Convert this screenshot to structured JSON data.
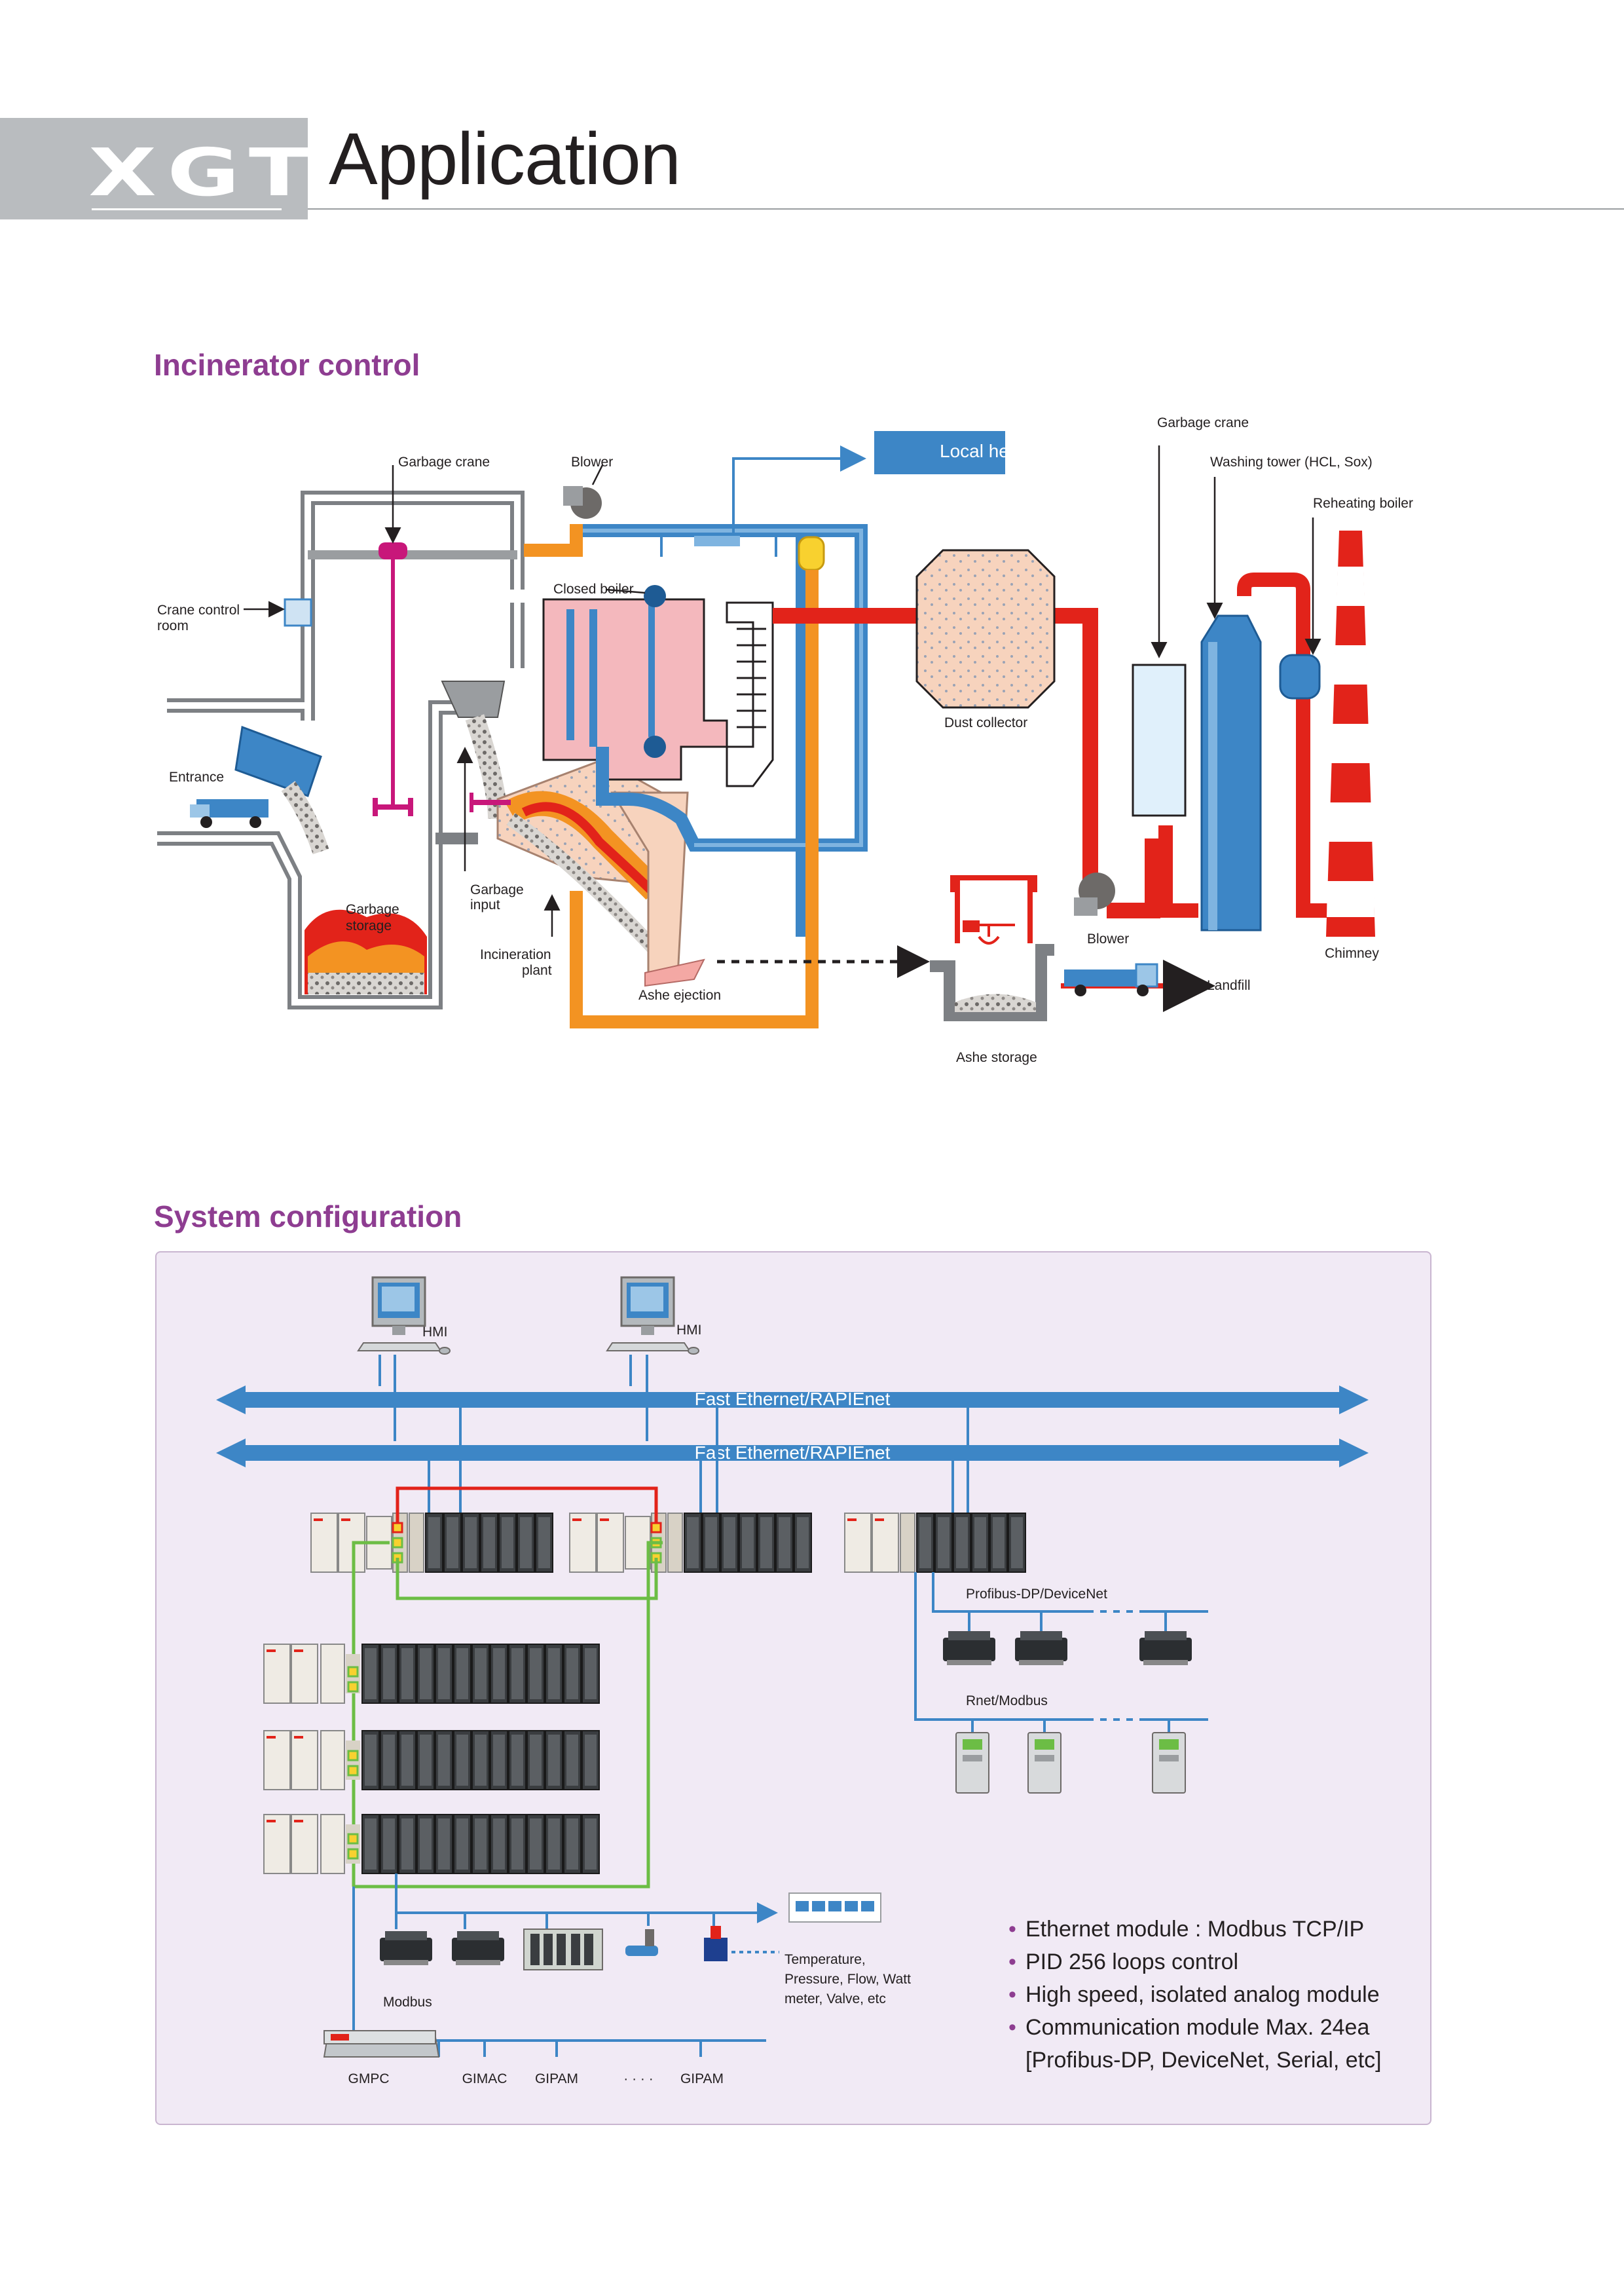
{
  "header": {
    "brand": "XGT",
    "title": "Application"
  },
  "incinerator": {
    "section_title": "Incinerator control",
    "labels": {
      "garbage_crane_left": "Garbage crane",
      "blower_top": "Blower",
      "local_heating": "Local heating",
      "garbage_crane_right": "Garbage crane",
      "washing_tower": "Washing tower (HCL, Sox)",
      "reheating_boiler": "Reheating boiler",
      "crane_control_room_1": "Crane control",
      "crane_control_room_2": "room",
      "closed_boiler": "Closed boiler",
      "dust_collector": "Dust collector",
      "entrance": "Entrance",
      "garbage_storage_1": "Garbage",
      "garbage_storage_2": "storage",
      "garbage_input_1": "Garbage",
      "garbage_input_2": "input",
      "incineration_plant_1": "Incineration",
      "incineration_plant_2": "plant",
      "ashe_ejection": "Ashe ejection",
      "blower_bottom": "Blower",
      "chimney": "Chimney",
      "landfill": "Landfill",
      "ashe_storage": "Ashe storage"
    }
  },
  "system": {
    "section_title": "System configuration",
    "hmi_1": "HMI",
    "hmi_2": "HMI",
    "network_1": "Fast Ethernet/RAPIEnet",
    "network_2": "Fast Ethernet/RAPIEnet",
    "profibus_label": "Profibus-DP/DeviceNet",
    "rnet_label": "Rnet/Modbus",
    "modbus_label": "Modbus",
    "sensors_line_1": "Temperature,",
    "sensors_line_2": "Pressure, Flow, Watt",
    "sensors_line_3": "meter, Valve, etc",
    "bus_devices": [
      "GMPC",
      "GIMAC",
      "GIPAM",
      "· · · ·",
      "GIPAM"
    ],
    "features": [
      "Ethernet module : Modbus TCP/IP",
      "PID 256 loops control",
      "High speed, isolated analog module",
      "Communication module Max. 24ea",
      "[Profibus-DP, DeviceNet, Serial, etc]"
    ]
  },
  "colors": {
    "accent_purple": "#8e3d91",
    "ethernet_blue": "#3d86c6",
    "flue_red": "#e2231a",
    "water_orange": "#f39322",
    "fiber_green": "#6cbd45",
    "header_gray": "#b9bcbf"
  }
}
